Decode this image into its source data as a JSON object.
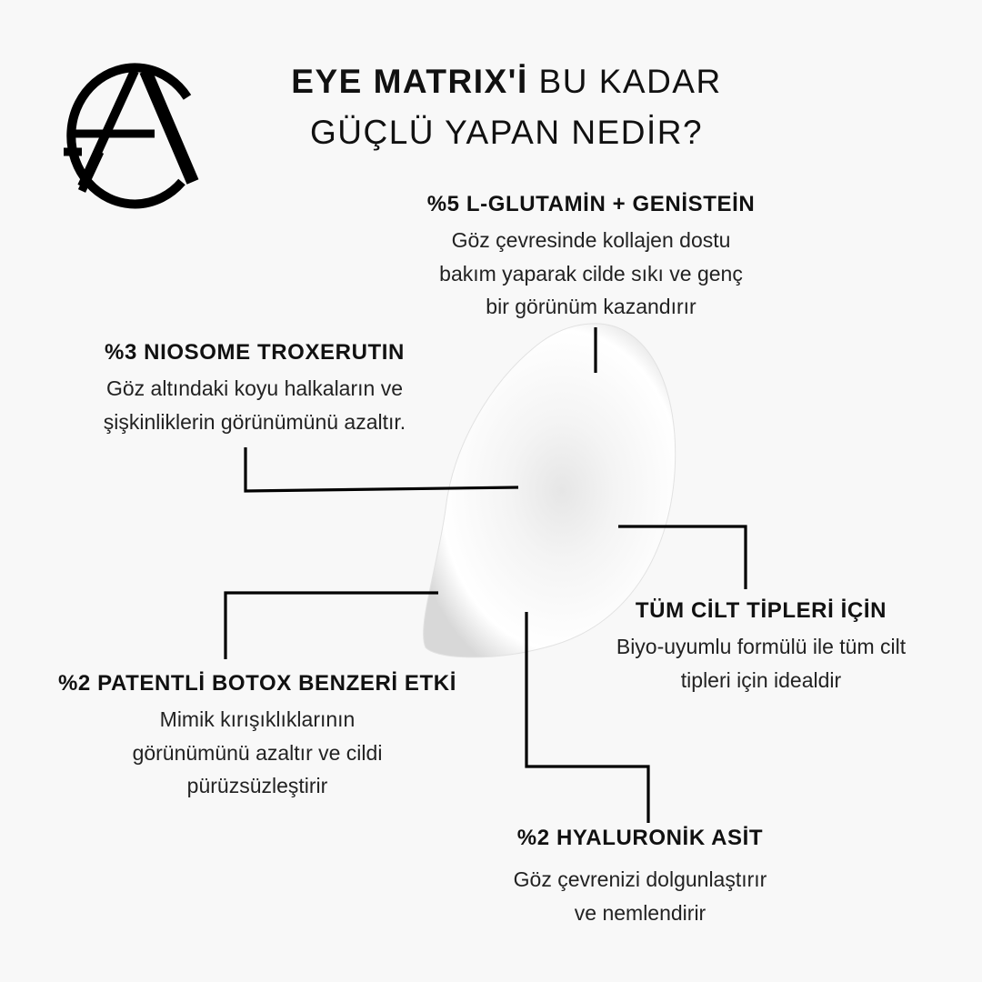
{
  "logo": {
    "name": "AS monogram logo",
    "letters": "AS"
  },
  "title": {
    "line1_bold": "EYE MATRIX'İ",
    "line1_regular": "BU KADAR",
    "line2": "GÜÇLÜ YAPAN NEDİR?"
  },
  "features": [
    {
      "heading": "%5  L-GLUTAMİN + GENİSTEİN",
      "lines": [
        "Göz çevresinde kollajen dostu",
        "bakım yaparak cilde sıkı ve genç",
        "bir görünüm kazandırır"
      ]
    },
    {
      "heading": "%3 NIOSOME TROXERUTIN",
      "lines": [
        "Göz altındaki koyu halkaların ve",
        "şişkinliklerin görünümünü azaltır."
      ]
    },
    {
      "heading": "TÜM CİLT TİPLERİ İÇİN",
      "lines": [
        "Biyo-uyumlu formülü ile tüm cilt",
        "tipleri için idealdir"
      ]
    },
    {
      "heading": "%2 PATENTLİ BOTOX BENZERİ ETKİ",
      "lines": [
        "Mimik kırışıklıklarının",
        "görünümünü azaltır ve cildi",
        "pürüzsüzleştirir"
      ]
    },
    {
      "heading": "%2 HYALURONİK ASİT",
      "lines": [
        "Göz çevrenizi dolgunlaştırır",
        "ve nemlendirir"
      ]
    }
  ],
  "colors": {
    "background": "#f8f8f8",
    "text": "#111111",
    "lines": "#000000",
    "cream": "#ffffff"
  }
}
